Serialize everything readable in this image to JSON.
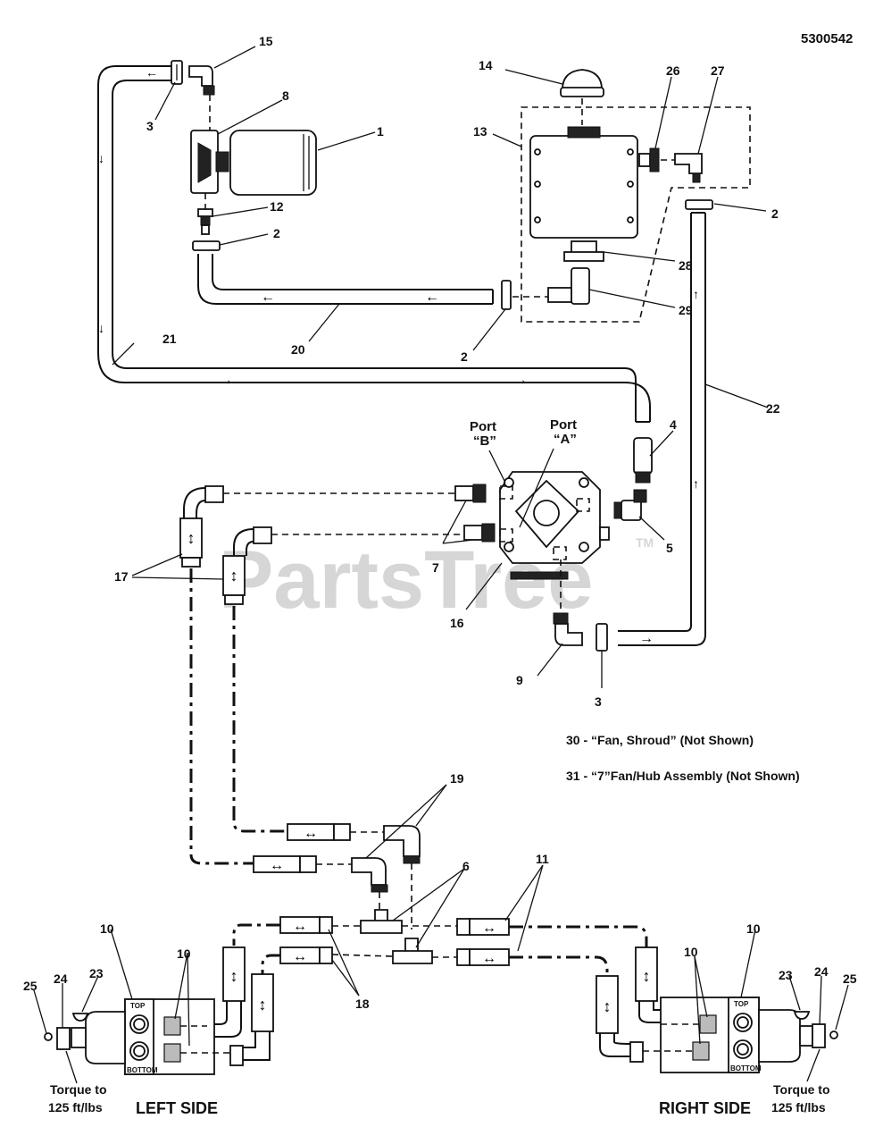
{
  "doc_number": "5300542",
  "watermark": "PartsTree",
  "watermark_tm": "TM",
  "callouts": {
    "c1": "1",
    "c2a": "2",
    "c2b": "2",
    "c2c": "2",
    "c3a": "3",
    "c3b": "3",
    "c4": "4",
    "c5": "5",
    "c6": "6",
    "c7": "7",
    "c8": "8",
    "c9": "9",
    "c10a": "10",
    "c10b": "10",
    "c10c": "10",
    "c10d": "10",
    "c11": "11",
    "c12": "12",
    "c13": "13",
    "c14": "14",
    "c15": "15",
    "c16": "16",
    "c17": "17",
    "c18": "18",
    "c19": "19",
    "c20": "20",
    "c21": "21",
    "c22": "22",
    "c23a": "23",
    "c23b": "23",
    "c24a": "24",
    "c24b": "24",
    "c25a": "25",
    "c25b": "25",
    "c26": "26",
    "c27": "27",
    "c28": "28",
    "c29": "29"
  },
  "ports": {
    "b_line1": "Port",
    "b_line2": "“B”",
    "a_line1": "Port",
    "a_line2": "“A”"
  },
  "notes": {
    "n30": "30 - “Fan, Shroud” (Not Shown)",
    "n31": "31 - “7”Fan/Hub Assembly (Not Shown)"
  },
  "valve_labels": {
    "top": "TOP",
    "bottom": "BOTTOM"
  },
  "torque": {
    "left_line1": "Torque to",
    "left_line2": "125 ft/lbs",
    "right_line1": "Torque to",
    "right_line2": "125 ft/lbs"
  },
  "sides": {
    "left": "LEFT SIDE",
    "right": "RIGHT SIDE"
  }
}
